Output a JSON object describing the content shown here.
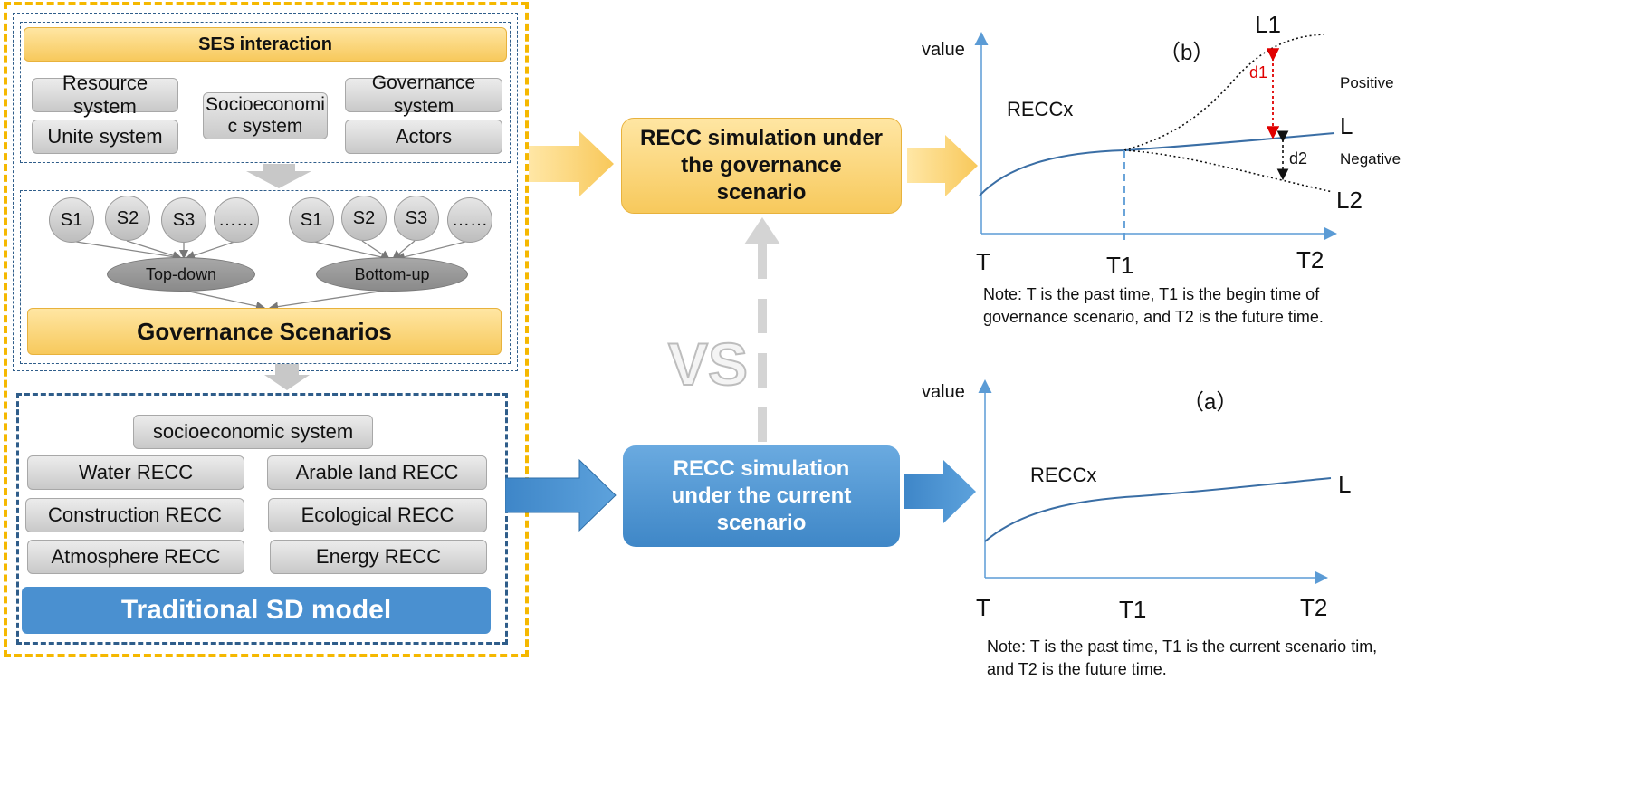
{
  "left_panel": {
    "ses_title": "SES interaction",
    "ses_items": {
      "resource": "Resource system",
      "unite": "Unite system",
      "socio": "Socioeconomi\nc system",
      "governance": "Governance system",
      "actors": "Actors"
    },
    "scenarios_group1": [
      "S1",
      "S2",
      "S3",
      "……"
    ],
    "scenarios_group2": [
      "S1",
      "S2",
      "S3",
      "……"
    ],
    "top_down": "Top-down",
    "bottom_up": "Bottom-up",
    "gov_scenarios": "Governance Scenarios",
    "sd_items": {
      "socioeconomic": "socioeconomic system",
      "water": "Water RECC",
      "arable": "Arable land RECC",
      "construction": "Construction RECC",
      "ecological": "Ecological RECC",
      "atmosphere": "Atmosphere RECC",
      "energy": "Energy RECC"
    },
    "sd_title": "Traditional SD model"
  },
  "middle": {
    "gov_sim": "RECC simulation under the governance scenario",
    "cur_sim": "RECC simulation under the current scenario",
    "vs": "VS"
  },
  "plot_b": {
    "label": "（b）",
    "ylabel": "value",
    "curve_label": "RECCx",
    "L": "L",
    "L1": "L1",
    "L2": "L2",
    "d1": "d1",
    "d2": "d2",
    "positive": "Positive",
    "negative": "Negative",
    "T": "T",
    "T1": "T1",
    "T2": "T2",
    "note": "Note: T is the past time, T1 is the begin time of governance scenario, and T2 is the future time."
  },
  "plot_a": {
    "label": "（a）",
    "ylabel": "value",
    "curve_label": "RECCx",
    "L": "L",
    "T": "T",
    "T1": "T1",
    "T2": "T2",
    "note": "Note: T is the past time, T1 is the current scenario tim, and T2 is the future time."
  },
  "colors": {
    "orange_border": "#f5b800",
    "blue_dashed": "#2f5d8a",
    "blue_fill": "#4a90d0",
    "axis": "#5b9bd5",
    "red": "#e00000"
  }
}
